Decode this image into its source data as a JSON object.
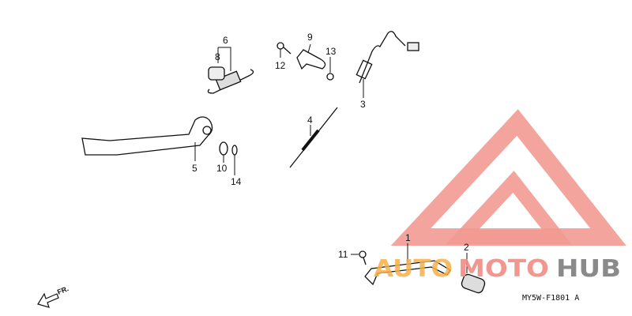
{
  "diagram": {
    "callouts": [
      {
        "id": "1",
        "label": "1"
      },
      {
        "id": "2",
        "label": "2"
      },
      {
        "id": "3",
        "label": "3"
      },
      {
        "id": "4",
        "label": "4"
      },
      {
        "id": "5",
        "label": "5"
      },
      {
        "id": "6",
        "label": "6"
      },
      {
        "id": "8",
        "label": "8"
      },
      {
        "id": "9",
        "label": "9"
      },
      {
        "id": "10",
        "label": "10"
      },
      {
        "id": "11",
        "label": "11"
      },
      {
        "id": "12",
        "label": "12"
      },
      {
        "id": "13",
        "label": "13"
      },
      {
        "id": "14",
        "label": "14"
      }
    ],
    "direction_label": "FR.",
    "diagram_code": "MY5W-F1801 A"
  },
  "watermark": {
    "part1": "AUTO",
    "part2": "MOTO",
    "part3": "HUB",
    "colors": {
      "auto": "#f5b04a",
      "moto": "#f08c84",
      "hub": "#8a8a8a",
      "triangle": "#f29a92"
    }
  }
}
